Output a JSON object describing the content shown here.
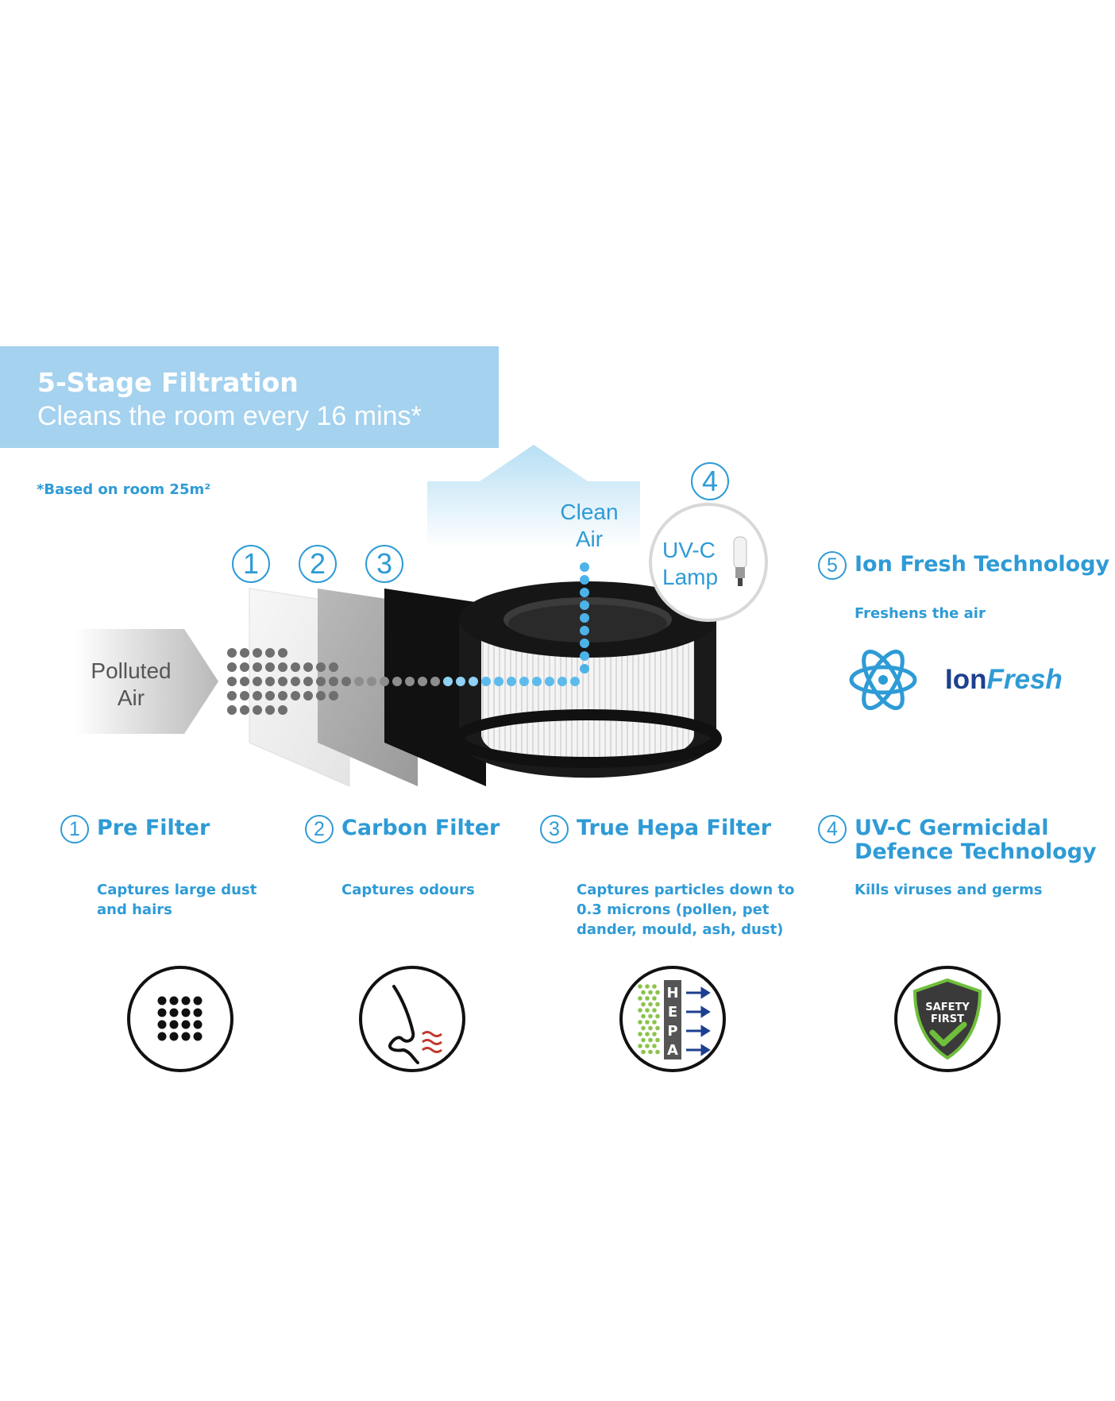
{
  "header": {
    "title": "5-Stage Filtration",
    "subtitle": "Cleans the room every 16 mins*",
    "footnote": "*Based on room 25m²"
  },
  "diagram": {
    "polluted_air_label": [
      "Polluted",
      "Air"
    ],
    "clean_air_label": [
      "Clean",
      "Air"
    ],
    "uvc_label": [
      "UV-C",
      "Lamp"
    ],
    "stage_numbers": [
      "1",
      "2",
      "3",
      "4",
      "5"
    ]
  },
  "ion_fresh": {
    "number": "5",
    "title": "Ion Fresh Technology",
    "description": "Freshens the air",
    "logo_text_a": "Ion",
    "logo_text_b": "Fresh"
  },
  "stages": [
    {
      "number": "1",
      "title": "Pre Filter",
      "description": [
        "Captures large dust",
        "and hairs"
      ],
      "icon": "dots-grid-icon"
    },
    {
      "number": "2",
      "title": "Carbon Filter",
      "description": [
        "Captures odours"
      ],
      "icon": "nose-odour-icon"
    },
    {
      "number": "3",
      "title": "True Hepa Filter",
      "description": [
        "Captures particles down to",
        "0.3 microns (pollen, pet",
        "dander, mould, ash, dust)"
      ],
      "icon": "hepa-icon"
    },
    {
      "number": "4",
      "title": [
        "UV-C Germicidal",
        "Defence Technology"
      ],
      "description": [
        "Kills viruses and germs"
      ],
      "icon": "safety-shield-icon"
    }
  ],
  "safety_badge": [
    "SAFETY",
    "FIRST"
  ],
  "hepa_letters": [
    "H",
    "E",
    "P",
    "A"
  ],
  "colors": {
    "accent": "#2e9bd6",
    "banner": "#a4d2ef",
    "clean_air": "#b8e0f5",
    "logo_dark": "#1d3f8f"
  }
}
